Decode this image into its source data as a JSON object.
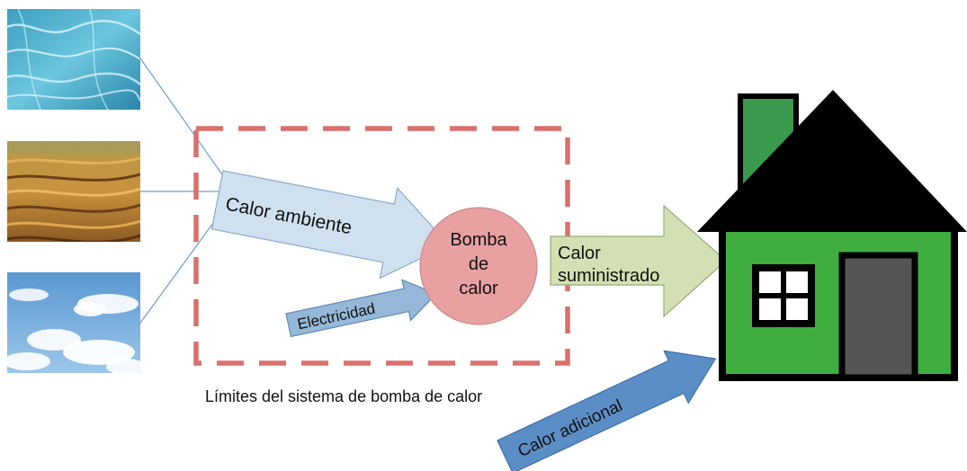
{
  "labels": {
    "ambient_heat": "Calor ambiente",
    "electricity": "Electricidad",
    "pump_line1": "Bomba",
    "pump_line2": "de",
    "pump_line3": "calor",
    "supplied_line1": "Calor",
    "supplied_line2": "suministrado",
    "boundary": "Límites del sistema de bomba de calor",
    "additional_heat": "Calor adicional"
  },
  "sources": [
    "water",
    "soil",
    "air"
  ],
  "icons": {
    "water": "water-photo-icon",
    "soil": "soil-field-photo-icon",
    "air": "sky-clouds-photo-icon",
    "house": "house-icon"
  },
  "colors": {
    "boundary": "#d9706c",
    "pump": "#e8a0a0",
    "ambient_arrow": "#cfe0ef",
    "electricity_arrow": "#95b8d8",
    "supplied_arrow": "#d3e0b3",
    "additional_arrow": "#5b8ec6",
    "house_wall": "#3fae3f",
    "house_roof": "#000000",
    "chimney": "#3a9a4e",
    "door": "#555555",
    "source_lines": "#6f9ccf"
  }
}
